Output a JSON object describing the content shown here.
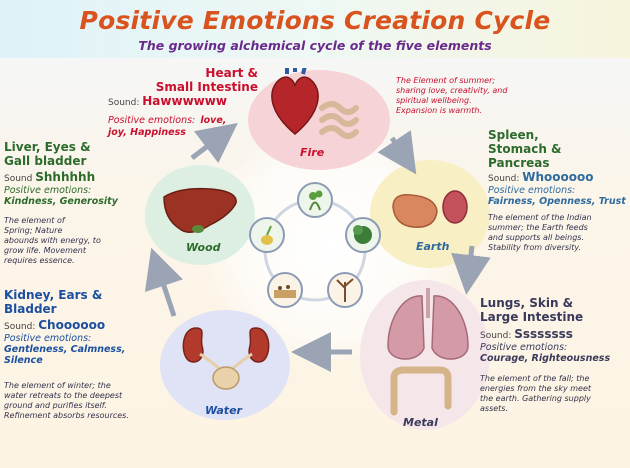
{
  "header": {
    "title": "Positive Emotions Creation Cycle",
    "subtitle": "The growing alchemical cycle of the five elements"
  },
  "elements": {
    "fire": {
      "label": "Fire",
      "organs": [
        "Heart &",
        "Small Intestine"
      ],
      "sound_prefix": "Sound:",
      "sound": "Hawwwwww",
      "emotions_label": "Positive emotions:",
      "emotions": [
        "love,",
        "joy, Happiness"
      ],
      "description": [
        "The Element of summer;",
        "sharing love, creativity, and",
        "spiritual wellbeing.",
        "Expansion is warmth."
      ]
    },
    "earth": {
      "label": "Earth",
      "organs": [
        "Spleen,",
        "Stomach &",
        "Pancreas"
      ],
      "sound_prefix": "Sound:",
      "sound": "Whoooooo",
      "emotions_label": "Positive emotions:",
      "emotions": [
        "Fairness, Openness, Trust"
      ],
      "description": [
        "The element of the Indian",
        "summer; the Earth feeds",
        "and supports all beings.",
        "Stability  from  diversity."
      ]
    },
    "metal": {
      "label": "Metal",
      "organs": [
        "Lungs, Skin &",
        "Large Intestine"
      ],
      "sound_prefix": "Sound:",
      "sound": "Ssssssss",
      "emotions_label": "Positive emotions:",
      "emotions": [
        "Courage, Righteousness"
      ],
      "description": [
        "The element of the fall; the",
        "energies from the sky meet",
        "the earth. Gathering supply",
        "assets."
      ]
    },
    "water": {
      "label": "Water",
      "organs": [
        "Kidney, Ears &",
        "Bladder"
      ],
      "sound_prefix": "Sound:",
      "sound": "Choooooo",
      "emotions_label": "Positive emotions:",
      "emotions": [
        "Gentleness, Calmness,",
        "Silence"
      ],
      "description": [
        "The element of winter;  the",
        "water retreats to the deepest",
        "ground and purifies  itself.",
        "Refinement absorbs resources."
      ]
    },
    "wood": {
      "label": "Wood",
      "organs": [
        "Liver, Eyes &",
        "Gall bladder"
      ],
      "sound_prefix": "Sound",
      "sound": "Shhhhhh",
      "emotions_label": "Positive emotions:",
      "emotions": [
        "Kindness, Generosity"
      ],
      "description": [
        "The element of",
        "Spring; Nature",
        "abounds with energy, to",
        "grow life. Movement",
        "requires essence."
      ]
    }
  },
  "colors": {
    "title": "#d9531e",
    "subtitle": "#6a2a8c",
    "fire_circle": "#f6d3d6",
    "earth_circle": "#f8efc4",
    "metal_circle": "#f5e6ea",
    "water_circle": "#dfe3f5",
    "wood_circle": "#dcefe2",
    "arrow": "#9aa4b4"
  }
}
